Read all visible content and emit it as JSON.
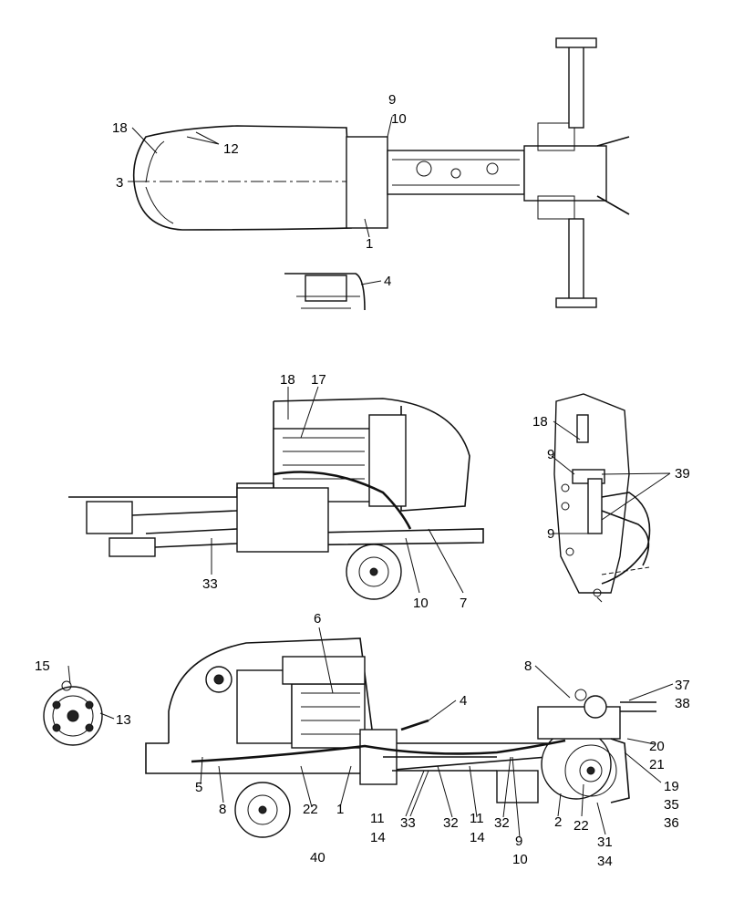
{
  "views": {
    "top_view": {
      "callouts": [
        "18",
        "12",
        "3",
        "9",
        "10",
        "1",
        "4"
      ]
    },
    "right_side_view": {
      "callouts": [
        "18",
        "17",
        "33",
        "10",
        "7"
      ]
    },
    "rear_detail": {
      "callouts": [
        "18",
        "9",
        "39",
        "9"
      ]
    },
    "alternator_detail": {
      "callouts": [
        "15",
        "13"
      ]
    },
    "left_side_view": {
      "callouts": [
        "6",
        "4",
        "8",
        "37",
        "38",
        "20",
        "21",
        "19",
        "35",
        "36",
        "5",
        "8",
        "22",
        "1",
        "40",
        "11",
        "14",
        "33",
        "32",
        "11",
        "14",
        "32",
        "9",
        "10",
        "2",
        "22",
        "31",
        "34"
      ]
    }
  }
}
